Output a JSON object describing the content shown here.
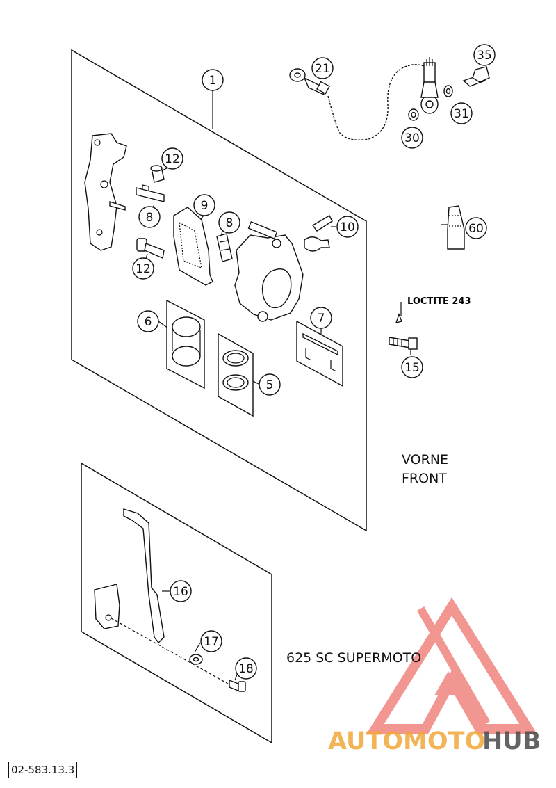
{
  "diagram": {
    "callouts": [
      {
        "id": "c1",
        "text": "1"
      },
      {
        "id": "c21",
        "text": "21"
      },
      {
        "id": "c35",
        "text": "35"
      },
      {
        "id": "c31",
        "text": "31"
      },
      {
        "id": "c30",
        "text": "30"
      },
      {
        "id": "c12a",
        "text": "12"
      },
      {
        "id": "c9",
        "text": "9"
      },
      {
        "id": "c8a",
        "text": "8"
      },
      {
        "id": "c8b",
        "text": "8"
      },
      {
        "id": "c10",
        "text": "10"
      },
      {
        "id": "c12b",
        "text": "12"
      },
      {
        "id": "c60",
        "text": "60"
      },
      {
        "id": "c6",
        "text": "6"
      },
      {
        "id": "c7",
        "text": "7"
      },
      {
        "id": "c5",
        "text": "5"
      },
      {
        "id": "c15",
        "text": "15"
      },
      {
        "id": "c16",
        "text": "16"
      },
      {
        "id": "c17",
        "text": "17"
      },
      {
        "id": "c18",
        "text": "18"
      }
    ],
    "loctite_label": "LOCTITE 243",
    "front_label_1": "VORNE",
    "front_label_2": "FRONT",
    "model_label": "625 SC SUPERMOTO",
    "reference_code": "02-583.13.3"
  },
  "watermark": {
    "text_colored": "AUTOMOTO",
    "text_dark": "HUB",
    "colors": {
      "red": "#e8413a",
      "orange": "#f2a63a",
      "dark": "#4a4a4a"
    }
  }
}
